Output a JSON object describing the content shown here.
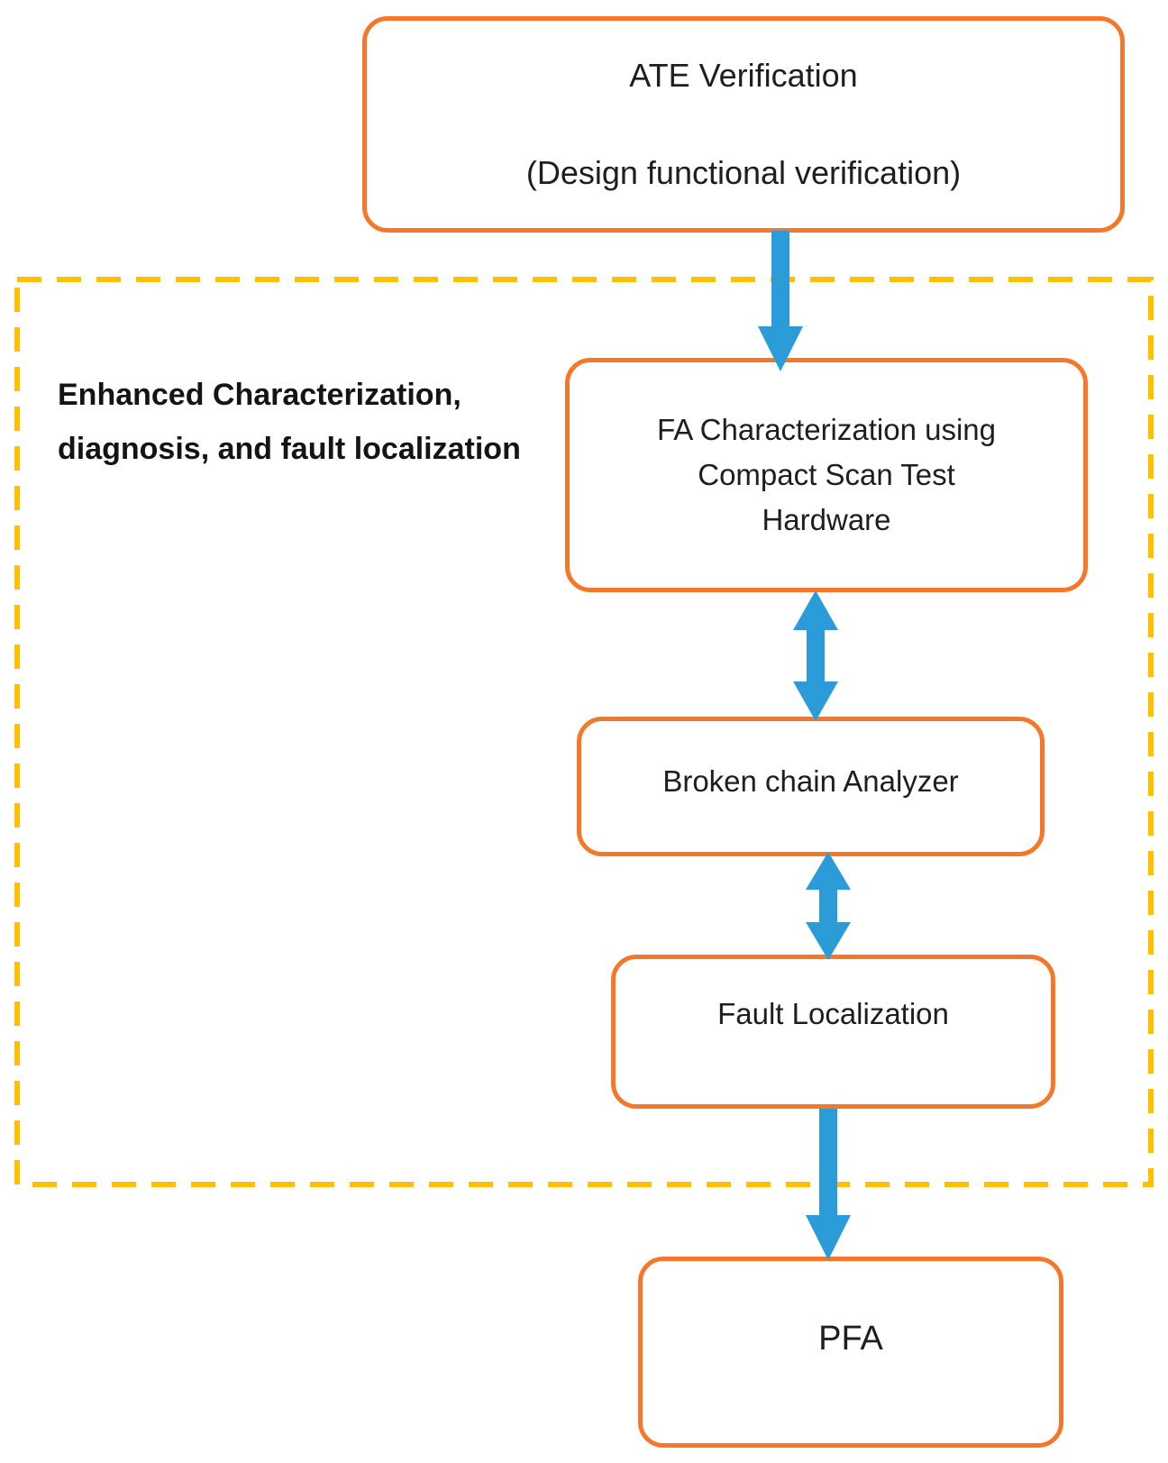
{
  "figure": {
    "type": "flowchart",
    "description": "Failure analysis flow from ATE verification to PFA"
  },
  "colors": {
    "node_border": "#F5782A",
    "group_border": "#FFC000",
    "arrow": "#2B9CD8",
    "text": "#1E1E1E",
    "background": "#FFFFFF"
  },
  "nodes": {
    "ate_verification": {
      "title": "ATE Verification",
      "subtitle": "(Design functional verification)"
    },
    "fa_characterization": {
      "lines": [
        "FA Characterization using",
        "Compact Scan Test",
        "Hardware"
      ]
    },
    "broken_chain_analyzer": {
      "label": "Broken chain Analyzer"
    },
    "fault_localization": {
      "label": "Fault Localization"
    },
    "pfa": {
      "label": "PFA"
    }
  },
  "group": {
    "label_lines": [
      "Enhanced Characterization,",
      "diagnosis, and fault localization"
    ],
    "contains": [
      "fa_characterization",
      "broken_chain_analyzer",
      "fault_localization"
    ]
  },
  "arrows": [
    {
      "from": "ate_verification",
      "to": "fa_characterization",
      "style": "single-down"
    },
    {
      "from": "fa_characterization",
      "to": "broken_chain_analyzer",
      "style": "double-headed"
    },
    {
      "from": "broken_chain_analyzer",
      "to": "fault_localization",
      "style": "double-headed"
    },
    {
      "from": "fault_localization",
      "to": "pfa",
      "style": "single-down"
    }
  ]
}
